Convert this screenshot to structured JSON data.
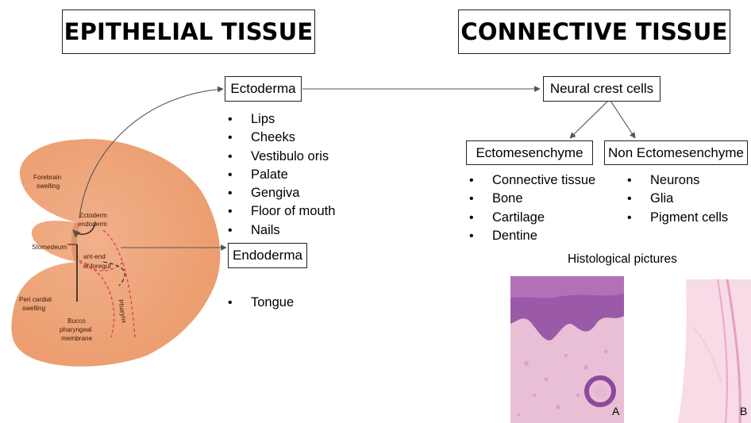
{
  "titles": {
    "epithelial": "EPITHELIAL TISSUE",
    "connective": "CONNECTIVE TISSUE"
  },
  "nodes": {
    "ectoderma": "Ectoderma",
    "endoderma": "Endoderma",
    "neural_crest": "Neural crest cells",
    "ectomesenchyme": "Ectomesenchyme",
    "non_ectomesenchyme": "Non Ectomesenchyme"
  },
  "lists": {
    "ectoderma_items": [
      "Lips",
      "Cheeks",
      "Vestibulo oris",
      "Palate",
      "Gengiva",
      "Floor of mouth",
      "Nails"
    ],
    "endoderma_items": [
      "Tongue"
    ],
    "ectomesenchyme_items": [
      "Connective tissue",
      "Bone",
      "Cartilage",
      "Dentine"
    ],
    "non_ectomesenchyme_items": [
      "Neurons",
      "Glia",
      "Pigment cells"
    ]
  },
  "embryo_labels": {
    "forebrain_1": "Forebrain",
    "forebrain_2": "swelling",
    "ectoderm_1": "Ectoderm",
    "ectoderm_2": "endoderm",
    "stomedeum": "Stomedeum",
    "antend_1": "ant-end",
    "antend_2": "of foregut",
    "pericardial_1": "Peri cardial",
    "pericardial_2": "swelling",
    "bucco_1": "Bucco",
    "bucco_2": "pharyngeal",
    "bucco_3": "membrane",
    "pharynx": "Pharynx"
  },
  "histology": {
    "caption": "Histological pictures",
    "panel_a": "A",
    "panel_b": "B"
  },
  "colors": {
    "embryo_fill": "#f0a97e",
    "embryo_edge": "#e8935f",
    "dashed_line": "#d94050",
    "arrow": "#555555",
    "stain_pink": "#e7b7d3",
    "stain_purple": "#8e4aa0"
  }
}
